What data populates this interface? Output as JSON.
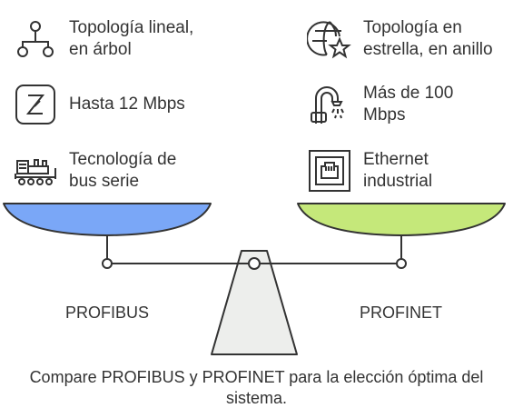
{
  "left": {
    "name": "PROFIBUS",
    "color": "#7AA7F7",
    "items": [
      {
        "icon": "tree-topology-icon",
        "text": "Topología lineal,\nen árbol"
      },
      {
        "icon": "zigzag-signal-icon",
        "text": "Hasta 12 Mbps"
      },
      {
        "icon": "locomotive-icon",
        "text": "Tecnología de\nbus serie"
      }
    ]
  },
  "right": {
    "name": "PROFINET",
    "color": "#C5E87A",
    "items": [
      {
        "icon": "globe-star-icon",
        "text": "Topología en\nestrella, en anillo"
      },
      {
        "icon": "shower-faucet-icon",
        "text": "Más de 100\nMbps"
      },
      {
        "icon": "ethernet-port-icon",
        "text": "Ethernet\nindustrial"
      }
    ]
  },
  "caption": "Compare PROFIBUS y PROFINET para la elección óptima del sistema."
}
